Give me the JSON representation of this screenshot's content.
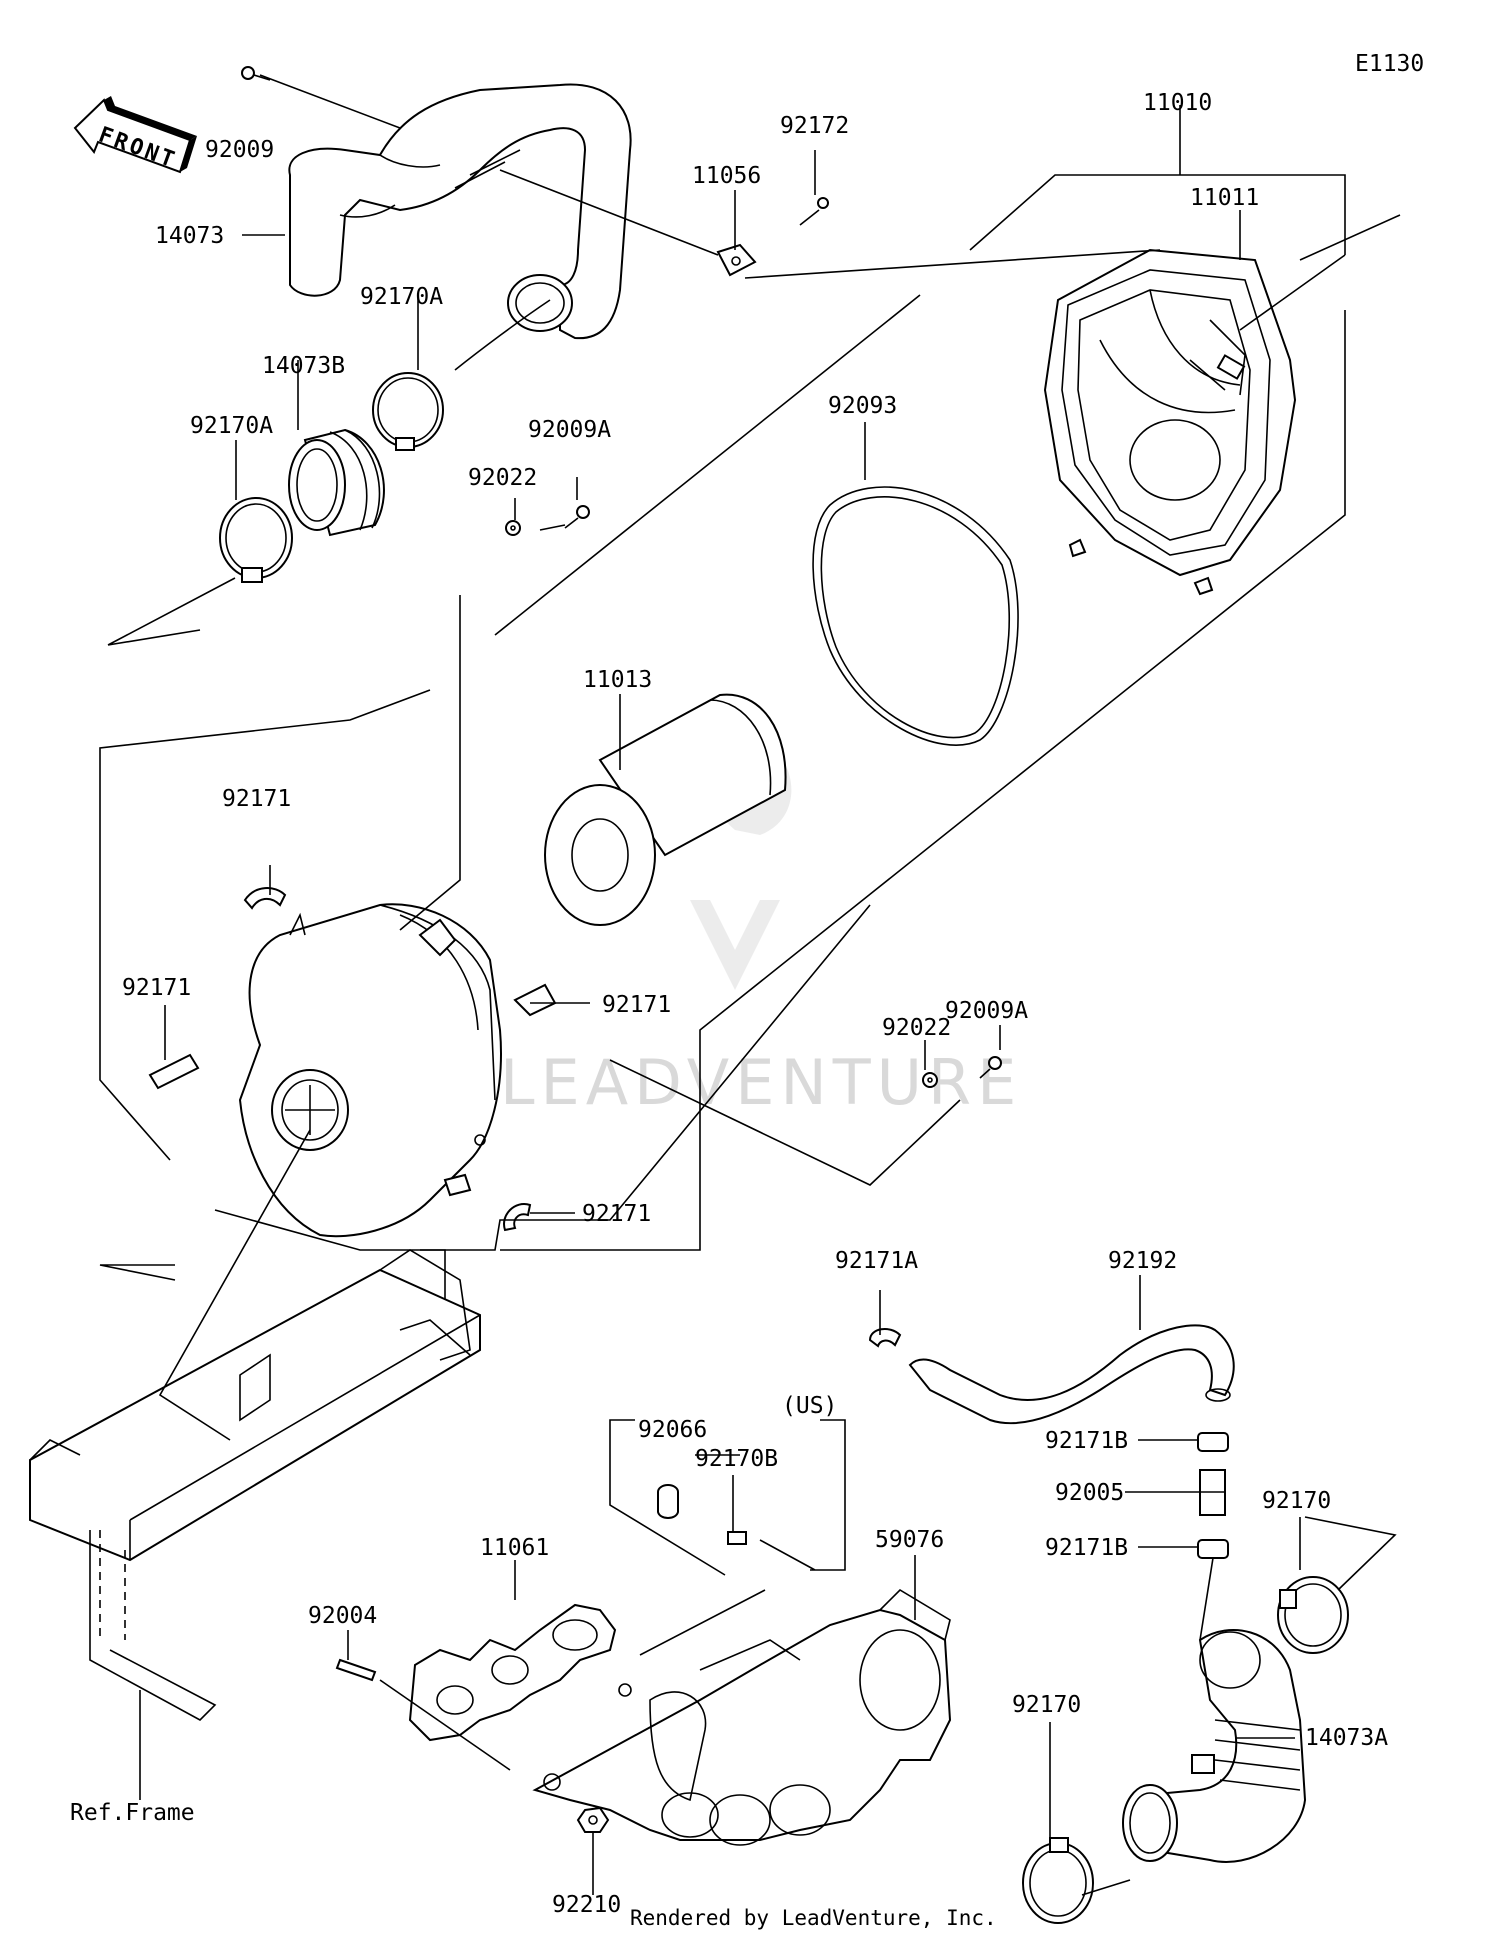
{
  "diagram_code": "E1130",
  "front_label": "FRONT",
  "watermark": "LEADVENTURE",
  "footer": "Rendered by LeadVenture, Inc.",
  "ref_frame": "Ref.Frame",
  "us_note": "(US)",
  "parts": {
    "p92009": "92009",
    "p14073": "14073",
    "p92170A_top": "92170A",
    "p14073B": "14073B",
    "p92170A_left": "92170A",
    "p11056": "11056",
    "p92172": "92172",
    "p11010": "11010",
    "p11011": "11011",
    "p92009A_top": "92009A",
    "p92022_top": "92022",
    "p92093": "92093",
    "p11013": "11013",
    "p92171_a": "92171",
    "p92171_b": "92171",
    "p92171_c": "92171",
    "p92171_d": "92171",
    "p92009A_mid": "92009A",
    "p92022_mid": "92022",
    "p92171A": "92171A",
    "p92192": "92192",
    "p92171B_a": "92171B",
    "p92005": "92005",
    "p92171B_b": "92171B",
    "p92170_right": "92170",
    "p14073A": "14073A",
    "p92170_bottom": "92170",
    "p92066": "92066",
    "p92170B": "92170B",
    "p11061": "11061",
    "p59076": "59076",
    "p92004": "92004",
    "p92210": "92210"
  }
}
